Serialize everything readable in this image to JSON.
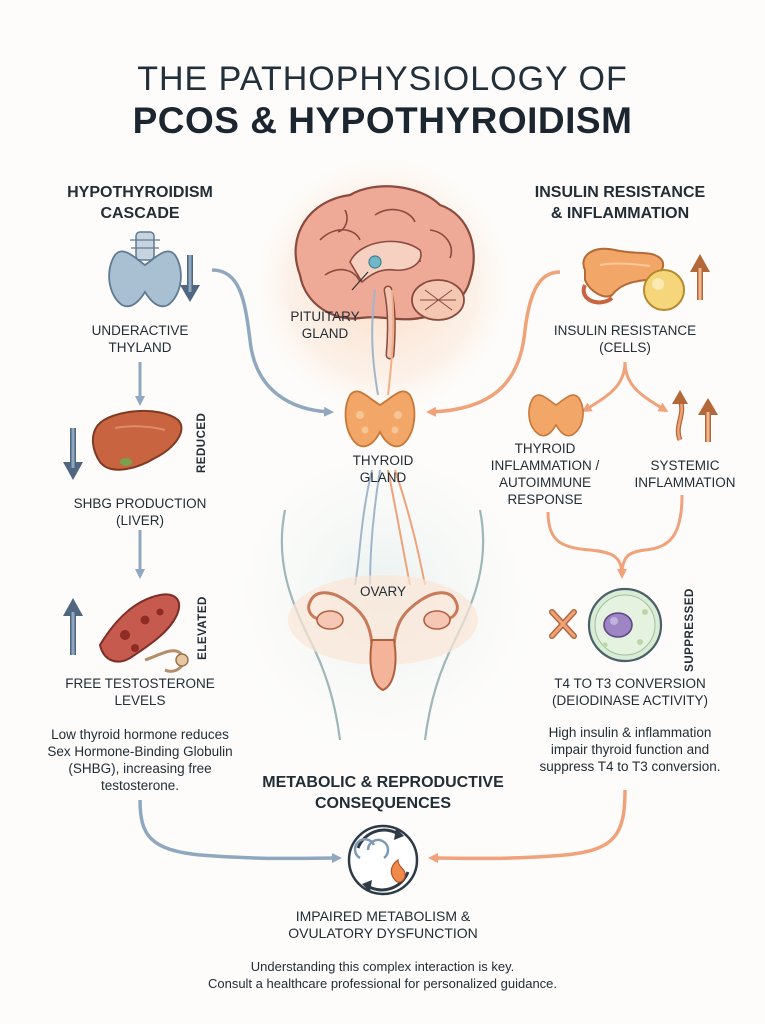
{
  "title": {
    "line1": "THE PATHOPHYSIOLOGY OF",
    "line2": "PCOS & HYPOTHYROIDISM"
  },
  "left_panel": {
    "heading_line1": "HYPOTHYROIDISM",
    "heading_line2": "CASCADE",
    "thyroid_label_line1": "UNDERACTIVE",
    "thyroid_label_line2": "THYLAND",
    "liver_label_line1": "SHBG PRODUCTION",
    "liver_label_line2": "(LIVER)",
    "liver_tag": "REDUCED",
    "testosterone_label_line1": "FREE TESTOSTERONE",
    "testosterone_label_line2": "LEVELS",
    "testosterone_tag": "ELEVATED",
    "explanation": [
      "Low thyroid hormone reduces",
      "Sex Hormone-Binding Globulin",
      "(SHBG), increasing free",
      "testosterone."
    ]
  },
  "center_panel": {
    "pituitary_line1": "PITUITARY",
    "pituitary_line2": "GLAND",
    "thyroid_line1": "THYROID",
    "thyroid_line2": "GLAND",
    "ovary_label": "OVARY"
  },
  "right_panel": {
    "heading_line1": "INSULIN RESISTANCE",
    "heading_line2": "& INFLAMMATION",
    "insulin_label_line1": "INSULIN RESISTANCE",
    "insulin_label_line2": "(CELLS)",
    "thyroid_inflam_line1": "THYROID",
    "thyroid_inflam_line2": "INFLAMMATION /",
    "thyroid_inflam_line3": "AUTOIMMUNE",
    "thyroid_inflam_line4": "RESPONSE",
    "systemic_line1": "SYSTEMIC",
    "systemic_line2": "INFLAMMATION",
    "conversion_line1": "T4 TO T3 CONVERSION",
    "conversion_line2": "(DEIODINASE ACTIVITY)",
    "conversion_tag": "SUPPRESSED",
    "explanation": [
      "High insulin & inflammation",
      "impair thyroid function and",
      "suppress T4 to T3 conversion."
    ]
  },
  "consequences": {
    "heading_line1": "METABOLIC & REPRODUCTIVE",
    "heading_line2": "CONSEQUENCES",
    "outcome_line1": "IMPAIRED METABOLISM &",
    "outcome_line2": "OVULATORY DYSFUNCTION"
  },
  "footer": {
    "line1": "Understanding this complex interaction is key.",
    "line2": "Consult a healthcare professional for personalized guidance."
  },
  "colors": {
    "blue_arrow": "#8fa8bf",
    "orange_arrow": "#f0a27a",
    "liver": "#c8643f",
    "thyroid_orange": "#f2a668",
    "thyroid_blue": "#9fb6cc",
    "brain": "#e9a38f"
  }
}
